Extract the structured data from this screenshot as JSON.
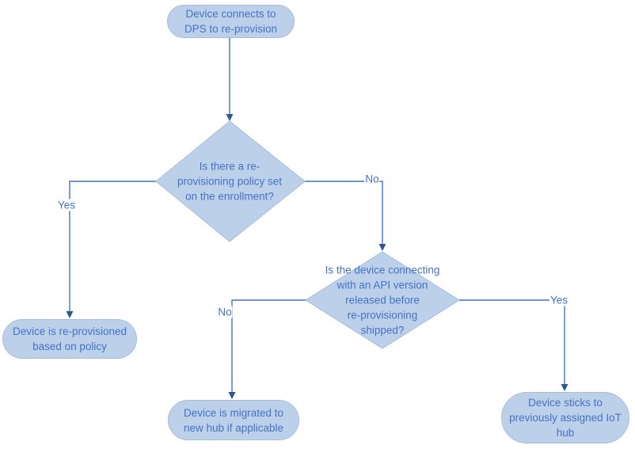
{
  "diagram": {
    "type": "flowchart",
    "nodes": {
      "start": {
        "shape": "terminator",
        "label": "Device connects to\nDPS to re-provision"
      },
      "decision1": {
        "shape": "decision",
        "label": "Is there a re-\nprovisioning policy set\non the enrollment?"
      },
      "reprovisioned": {
        "shape": "terminator",
        "label": "Device is re-provisioned\nbased on policy"
      },
      "decision2": {
        "shape": "decision",
        "label": "Is the device connecting\nwith an API version\nreleased before\nre-provisioning\nshipped?"
      },
      "migrated": {
        "shape": "terminator",
        "label": "Device is migrated to\nnew hub if applicable"
      },
      "sticks": {
        "shape": "terminator",
        "label": "Device sticks to\npreviously assigned IoT\nhub"
      }
    },
    "edge_labels": {
      "decision1_yes": "Yes",
      "decision1_no": "No",
      "decision2_no": "No",
      "decision2_yes": "Yes"
    },
    "edges": [
      {
        "from": "start",
        "to": "decision1",
        "label": ""
      },
      {
        "from": "decision1",
        "to": "reprovisioned",
        "label": "Yes"
      },
      {
        "from": "decision1",
        "to": "decision2",
        "label": "No"
      },
      {
        "from": "decision2",
        "to": "migrated",
        "label": "No"
      },
      {
        "from": "decision2",
        "to": "sticks",
        "label": "Yes"
      }
    ],
    "colors": {
      "node_fill": "#bdd0ea",
      "node_border": "#a6bcdd",
      "node_text": "#4472c4",
      "connector": "#4472c4",
      "arrowhead": "#2f5597",
      "canvas_background": "#ffffff"
    }
  }
}
